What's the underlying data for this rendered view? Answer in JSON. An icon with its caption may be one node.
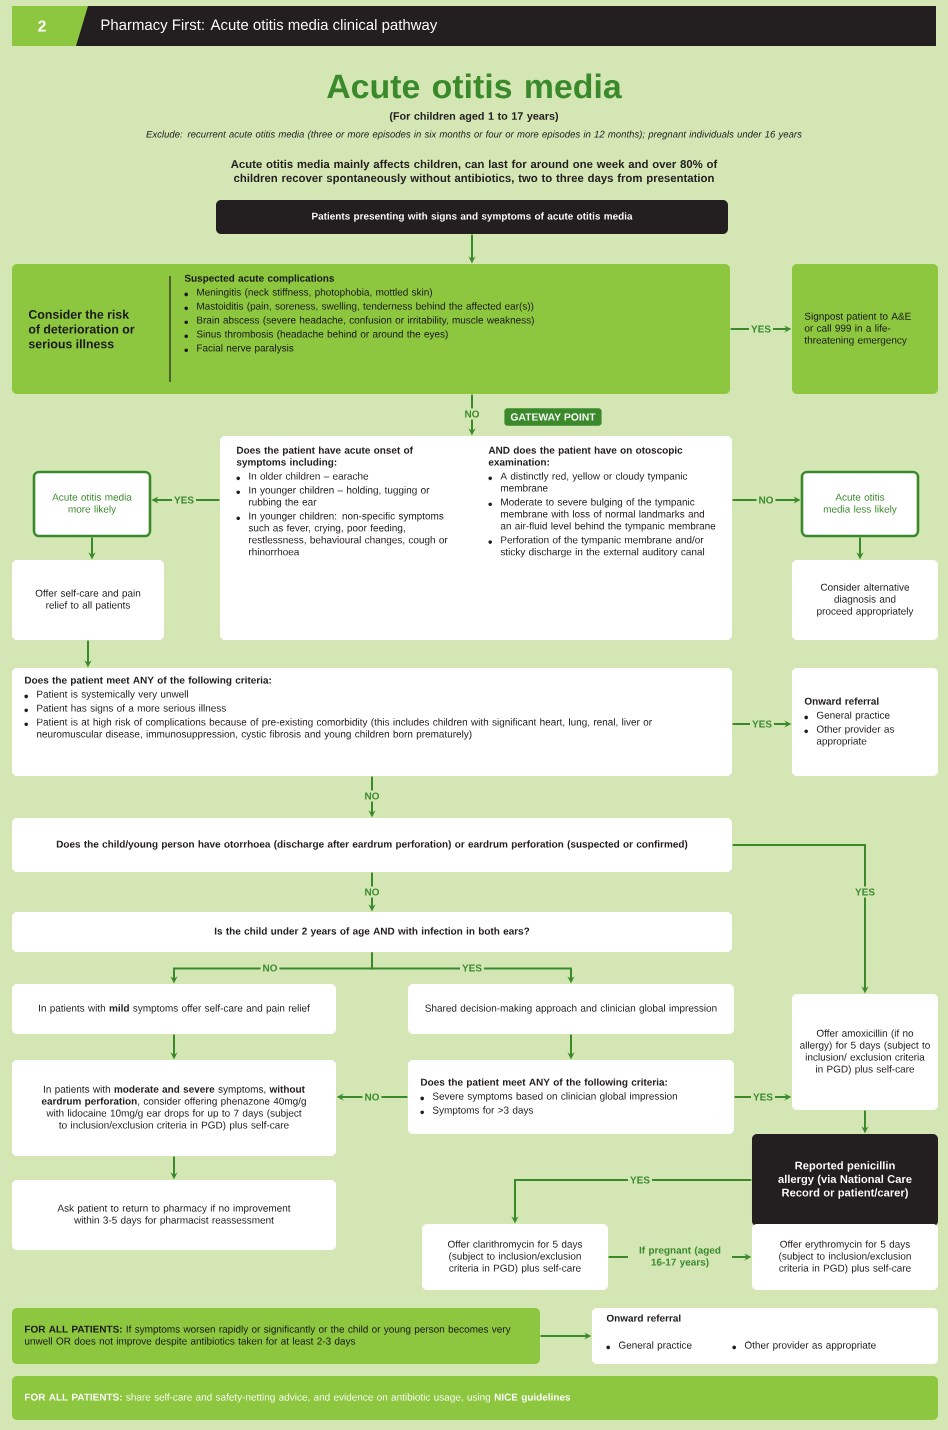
{
  "diagram": {
    "title": "Pharmacy First: Acute otitis media clinical pathway",
    "nodes": [
      {
        "text": [
          "Patients presenting with signs and symptoms of acute otitis media"
        ]
      },
      {
        "text": [
          "Consider the risk of deterioration or serious illness",
          "Suspected acute complications",
          "Meningitis (neck stiffness, photophobia, mottled skin)",
          "Mastoiditis (pain, soreness, swelling, tenderness behind the affected ear(s))",
          "Brain abscess (severe headache, confusion or irritability, muscle weakness)",
          "Sinus thrombosis (headache behind or around the eyes)",
          "Facial nerve paralysis"
        ]
      },
      {
        "text": [
          "Signpost patient to A&E or call 999 in a life-threatening emergency"
        ]
      },
      {
        "text": [
          "Does the patient have acute onset of symptoms including:",
          "In older children – earache",
          "In younger children – holding, tugging or rubbing the ear",
          "In younger children: non-specific symptoms such as fever, crying, poor feeding, restlessness, behavioural changes, cough or rhinorrhoea",
          "AND does the patient have on otoscopic examination:",
          "A distinctly red, yellow or cloudy tympanic membrane",
          "Moderate to severe bulging of the tympanic membrane with loss of normal landmarks and an air-fluid level behind the tympanic membrane",
          "Perforation of the tympanic membrane and/or sticky discharge in the external auditory canal"
        ]
      },
      {
        "text": [
          "Acute otitis media more likely"
        ]
      },
      {
        "text": [
          "Offer self-care and pain relief to all patients"
        ]
      },
      {
        "text": [
          "Acute otitis media less likely"
        ]
      },
      {
        "text": [
          "Consider alternative diagnosis and proceed appropriately"
        ]
      },
      {
        "text": [
          "Does the patient meet ANY of the following criteria:",
          "Patient is systemically very unwell",
          "Patient has signs of a more serious illness",
          "Patient is at high risk of complications because of pre-existing comorbidity (this includes children with significant heart, lung, renal, liver or neuromuscular disease, immunosuppression, cystic fibrosis and young children born prematurely)"
        ]
      },
      {
        "text": [
          "Onward referral",
          "General practice",
          "Other provider as appropriate"
        ]
      },
      {
        "text": [
          "Does the child/young person have otorrhoea (discharge after eardrum perforation) or eardrum perforation (suspected or confirmed)"
        ]
      },
      {
        "text": [
          "Is the child under 2 years of age AND with infection in both ears?"
        ]
      },
      {
        "text": [
          "In patients with **mild** symptoms offer self-care and pain relief"
        ]
      },
      {
        "text": [
          "Shared decision-making approach and clinician global impression"
        ]
      },
      {
        "text": [
          "In patients with **moderate and severe** symptoms, **without eardrum perforation**, consider offering phenazone 40mg/g with lidocaine 10mg/g ear drops for up to 7 days (subject to inclusion/exclusion criteria in PGD) plus self-care"
        ]
      },
      {
        "text": [
          "Does the patient meet ANY of the following criteria:",
          "Severe symptoms based on clinician global impression",
          "Symptoms for >3 days"
        ]
      },
      {
        "text": [
          "Offer amoxicillin (if no allergy) for 5 days (subject to inclusion/ exclusion criteria in PGD) plus self-care"
        ]
      },
      {
        "text": [
          "Reported penicillin allergy (via National Care Record or patient/carer)"
        ]
      },
      {
        "text": [
          "Ask patient to return to pharmacy if no improvement within 3-5 days for pharmacist reassessment"
        ]
      },
      {
        "text": [
          "Offer clarithromycin for 5 days (subject to inclusion/exclusion criteria in PGD) plus self-care"
        ]
      },
      {
        "text": [
          "Offer erythromycin for 5 days (subject to inclusion/exclusion criteria in PGD) plus self-care"
        ]
      },
      {
        "text": [
          "**FOR ALL PATIENTS:** If symptoms worsen rapidly or significantly or the child or young person becomes very unwell OR does not improve despite antibiotics taken for at least 2-3 days"
        ]
      },
      {
        "text": [
          "Onward referral",
          "General practice",
          "Other provider as appropriate"
        ]
      },
      {
        "text": [
          "**FOR ALL PATIENTS:** share self-care and safety-netting advice, and evidence on antibiotic usage, using **NICE guidelines**"
        ]
      }
    ],
    "edges": [
      {
        "from": 0,
        "to": 1,
        "arrow": "to"
      },
      {
        "from": 1,
        "to": 2,
        "arrow": "to",
        "label": "YES"
      },
      {
        "from": 1,
        "to": 3,
        "arrow": "to",
        "label": "NO"
      },
      {
        "from": 3,
        "to": 4,
        "arrow": "to",
        "label": "YES"
      },
      {
        "from": 3,
        "to": 6,
        "arrow": "to",
        "label": "NO"
      },
      {
        "from": 4,
        "to": 5,
        "arrow": "to"
      },
      {
        "from": 6,
        "to": 7,
        "arrow": "to"
      },
      {
        "from": 5,
        "to": 8,
        "arrow": "to"
      },
      {
        "from": 8,
        "to": 9,
        "arrow": "to",
        "label": "YES"
      },
      {
        "from": 8,
        "to": 10,
        "arrow": "to",
        "label": "NO"
      },
      {
        "from": 10,
        "to": 16,
        "arrow": "to",
        "label": "YES"
      },
      {
        "from": 10,
        "to": 11,
        "arrow": "to",
        "label": "NO"
      },
      {
        "from": 11,
        "to": 12,
        "arrow": "to",
        "label": "NO"
      },
      {
        "from": 11,
        "to": 13,
        "arrow": "to",
        "label": "YES"
      },
      {
        "from": 13,
        "to": 15,
        "arrow": "to"
      },
      {
        "from": 15,
        "to": 14,
        "arrow": "to",
        "label": "NO"
      },
      {
        "from": 15,
        "to": 16,
        "arrow": "to",
        "label": "YES"
      },
      {
        "from": 12,
        "to": 14,
        "arrow": "to"
      },
      {
        "from": 14,
        "to": 18,
        "arrow": "to"
      },
      {
        "from": 16,
        "to": 17,
        "arrow": "to"
      },
      {
        "from": 17,
        "to": 19,
        "arrow": "to",
        "label": "YES"
      },
      {
        "from": 19,
        "to": 20,
        "arrow": "to",
        "label": "If pregnant (aged 16-17 years)"
      },
      {
        "from": 21,
        "to": 22,
        "arrow": "to"
      }
    ],
    "labels": [
      "2",
      "Acute otitis media",
      "(For children aged 1 to 17 years)",
      "Exclude: recurrent acute otitis media (three or more episodes in six months or four or more episodes in 12 months); pregnant individuals under 16 years",
      "Acute otitis media mainly affects children, can last for around one week and over 80% of children recover spontaneously without antibiotics, two to three days from presentation",
      "GATEWAY POINT"
    ]
  }
}
